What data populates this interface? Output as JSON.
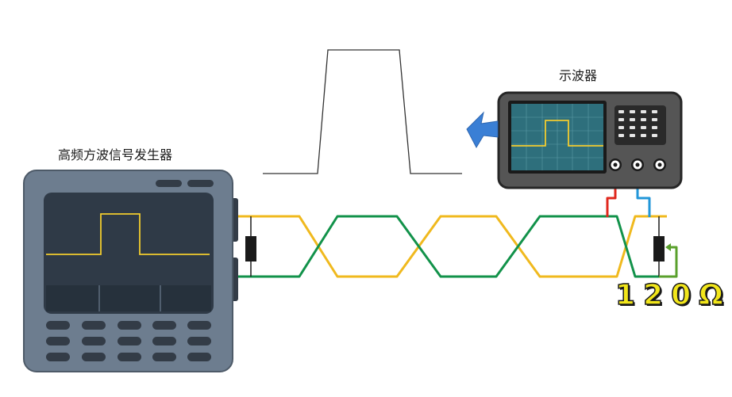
{
  "labels": {
    "generator": "高频方波信号发生器",
    "oscilloscope": "示波器",
    "termination": "120Ω"
  },
  "colors": {
    "background": "#ffffff",
    "wire_yellow": "#f0b91e",
    "wire_green": "#12924a",
    "probe_red": "#e0281e",
    "probe_blue": "#2196d8",
    "ground_green": "#5aa02c",
    "trace_yellow": "#f2cc2e",
    "scope_screen": "#2e6f7c",
    "generator_body": "#6d7d8f",
    "generator_screen": "#2f3a47",
    "scope_body": "#555555",
    "arrow_blue": "#3a7fd5",
    "resistor": "#1a1a1a",
    "pulse_line": "#333333"
  },
  "icons": {
    "arrow": "arrow-left-icon",
    "resistor": "resistor-icon",
    "probe_connector": "bnc-connector-icon"
  }
}
